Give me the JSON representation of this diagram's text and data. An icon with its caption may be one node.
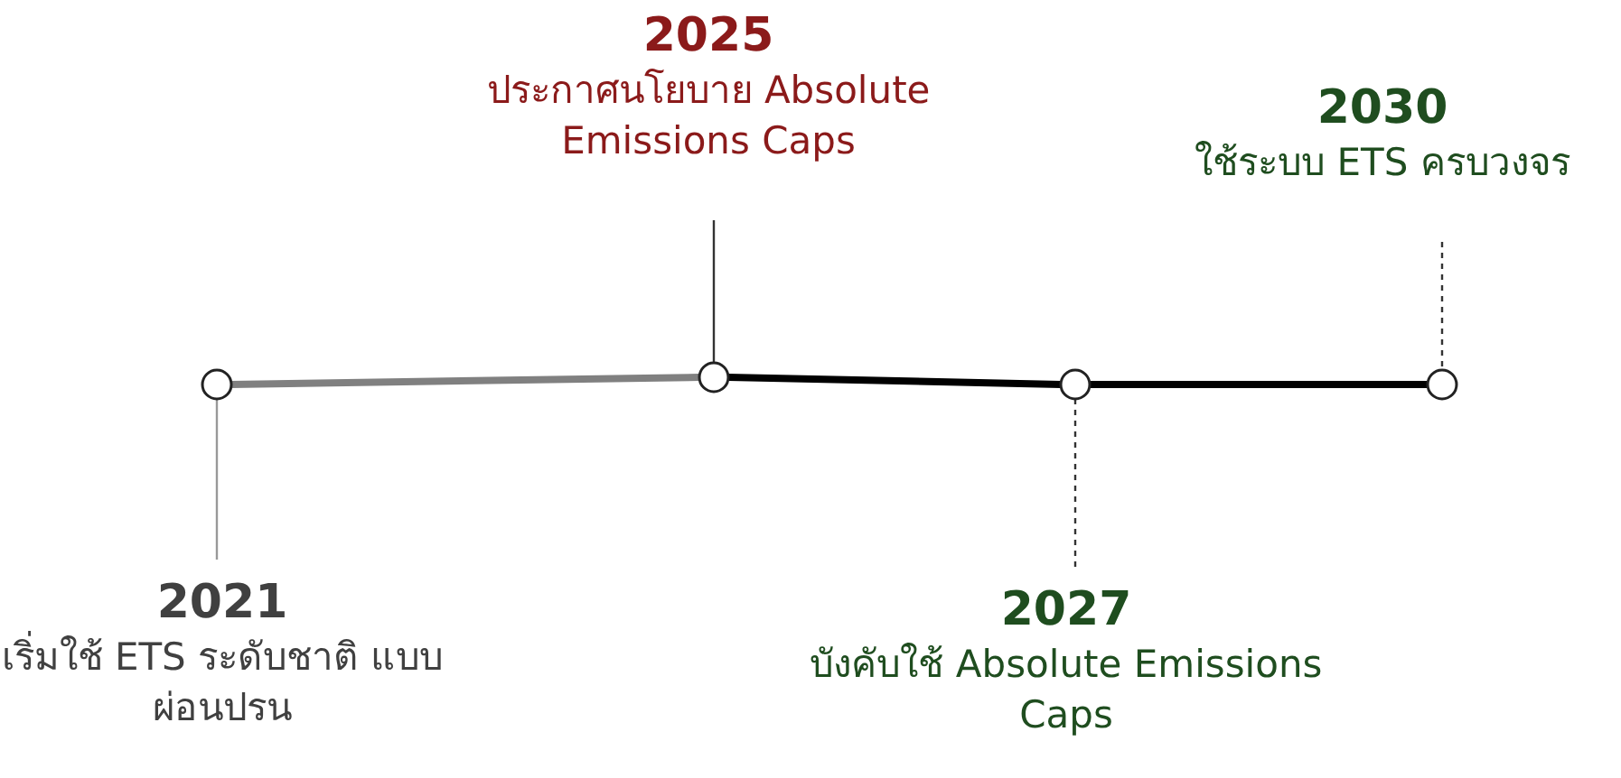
{
  "diagram": {
    "nodes": [
      {
        "text": [
          "2025",
          "ประกาศนโยบาย Absolute Emissions Caps"
        ]
      },
      {
        "text": [
          "2030",
          "ใช้ระบบ ETS ครบวงจร"
        ]
      },
      {
        "text": [],
        "shape": "circle"
      },
      {
        "text": [],
        "shape": "circle"
      },
      {
        "text": [],
        "shape": "circle"
      },
      {
        "text": [],
        "shape": "circle"
      },
      {
        "text": [
          "2021",
          "เริ่มใช้ ETS ระดับชาติ แบบผ่อนปรน"
        ]
      },
      {
        "text": [
          "2027",
          "บังคับใช้ Absolute Emissions Caps"
        ]
      }
    ],
    "edges": [
      {
        "from": 2,
        "to": 3,
        "arrow": "none",
        "style": "thick",
        "color": "#808080"
      },
      {
        "from": 3,
        "to": 4,
        "arrow": "none",
        "style": "thick"
      },
      {
        "from": 4,
        "to": 5,
        "arrow": "none",
        "style": "thick"
      },
      {
        "from": 6,
        "to": 2,
        "arrow": "none",
        "color": "#999999"
      },
      {
        "from": 0,
        "to": 3,
        "arrow": "none"
      },
      {
        "from": 7,
        "to": 4,
        "arrow": "none",
        "style": "dashed"
      },
      {
        "from": 1,
        "to": 5,
        "arrow": "none",
        "style": "dashed"
      }
    ]
  }
}
